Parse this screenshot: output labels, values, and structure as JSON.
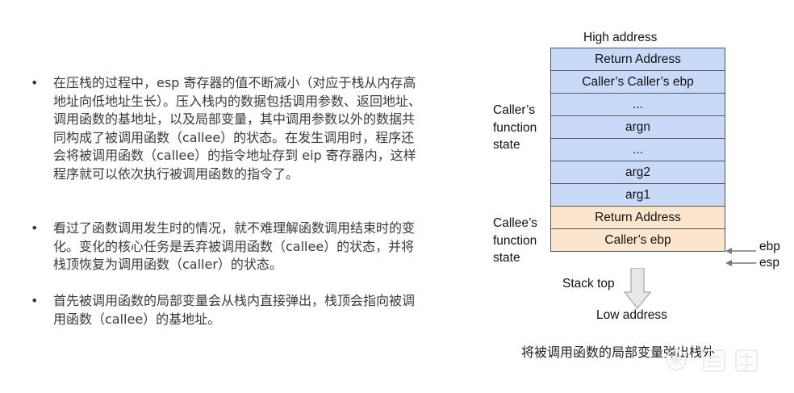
{
  "bullets": [
    {
      "text": "在压栈的过程中，esp 寄存器的值不断减小（对应于栈从内存高地址向低地址生长）。压入栈内的数据包括调用参数、返回地址、调用函数的基地址，以及局部变量，其中调用参数以外的数据共同构成了被调用函数（callee）的状态。在发生调用时，程序还会将被调用函数（callee）的指令地址存到 eip 寄存器内，这样程序就可以依次执行被调用函数的指令了。"
    },
    {
      "text": "看过了函数调用发生时的情况，就不难理解函数调用结束时的变化。变化的核心任务是丢弃被调用函数（callee）的状态，并将栈顶恢复为调用函数（caller）的状态。"
    },
    {
      "text": "首先被调用函数的局部变量会从栈内直接弹出，栈顶会指向被调用函数（callee）的基地址。"
    }
  ],
  "bullet_marker": "•",
  "diagram": {
    "high_address": "High address",
    "low_address": "Low address",
    "stack_top": "Stack top",
    "caller_state": [
      "Caller’s",
      "function",
      "state"
    ],
    "callee_state": [
      "Callee’s",
      "function",
      "state"
    ],
    "cells": [
      {
        "label": "Return Address",
        "group": "caller"
      },
      {
        "label": "Caller’s Caller’s ebp",
        "group": "caller"
      },
      {
        "label": "...",
        "group": "caller"
      },
      {
        "label": "argn",
        "group": "caller"
      },
      {
        "label": "...",
        "group": "caller"
      },
      {
        "label": "arg2",
        "group": "caller"
      },
      {
        "label": "arg1",
        "group": "caller"
      },
      {
        "label": "Return Address",
        "group": "callee"
      },
      {
        "label": "Caller’s ebp",
        "group": "callee"
      }
    ],
    "registers": {
      "ebp": "ebp",
      "esp": "esp"
    },
    "colors": {
      "caller": "#c9daf8",
      "callee": "#fce5cd",
      "border": "#555555"
    }
  },
  "caption": "将被调用函数的局部变量弹出栈外"
}
